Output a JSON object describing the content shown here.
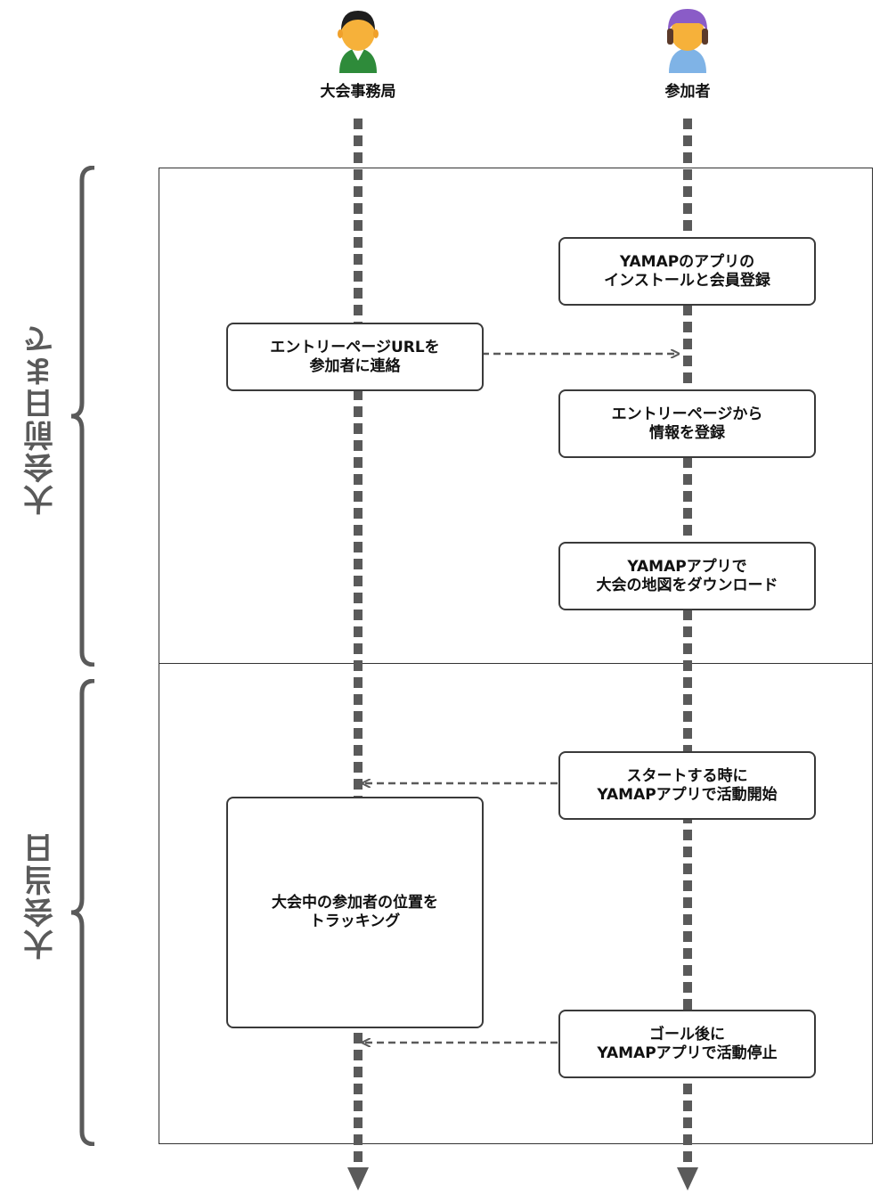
{
  "actors": [
    {
      "name": "大会事務局",
      "icon": "organizer-person-icon"
    },
    {
      "name": "参加者",
      "icon": "participant-person-icon"
    }
  ],
  "phases": [
    {
      "label": "大会前日まで"
    },
    {
      "label": "大会当日"
    }
  ],
  "steps": [
    {
      "lines": [
        "YAMAPのアプリの",
        "インストールと会員登録"
      ],
      "actor": "参加者"
    },
    {
      "lines": [
        "エントリーページURLを",
        "参加者に連絡"
      ],
      "actor": "大会事務局"
    },
    {
      "lines": [
        "エントリーページから",
        "情報を登録"
      ],
      "actor": "参加者"
    },
    {
      "lines": [
        "YAMAPアプリで",
        "大会の地図をダウンロード"
      ],
      "actor": "参加者"
    },
    {
      "lines": [
        "スタートする時に",
        "YAMAPアプリで活動開始"
      ],
      "actor": "参加者"
    },
    {
      "lines": [
        "大会中の参加者の位置を",
        "トラッキング"
      ],
      "actor": "大会事務局"
    },
    {
      "lines": [
        "ゴール後に",
        "YAMAPアプリで活動停止"
      ],
      "actor": "参加者"
    }
  ],
  "messages": [
    {
      "from": "エントリーページURLを参加者に連絡",
      "to": "参加者",
      "style": "dashed"
    },
    {
      "from": "スタートする時にYAMAPアプリで活動開始",
      "to": "大会事務局",
      "style": "dashed"
    },
    {
      "from": "ゴール後にYAMAPアプリで活動停止",
      "to": "大会事務局",
      "style": "dashed"
    }
  ],
  "colors": {
    "lifeline": "#5a5a5a",
    "box_border": "#3a3a3a",
    "phase_label": "#5a5a5a",
    "organizer_shirt": "#2e8b3a",
    "participant_hat": "#8a5cc7",
    "participant_shirt": "#7fb3e6",
    "skin": "#f6b13a"
  }
}
